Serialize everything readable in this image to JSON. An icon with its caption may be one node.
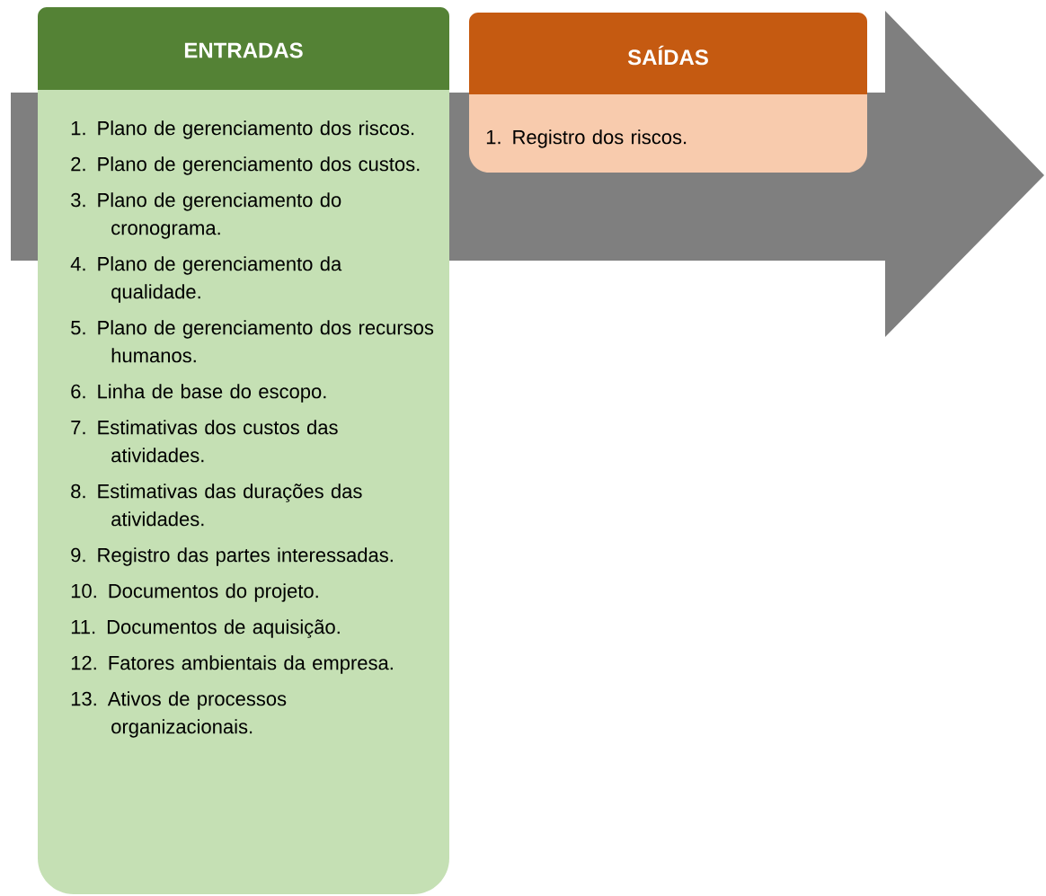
{
  "diagram": {
    "nodes": [
      {
        "text": [
          "ENTRADAS",
          "1. Plano de gerenciamento dos riscos.",
          "2. Plano de gerenciamento dos custos.",
          "3. Plano de gerenciamento do cronograma.",
          "4. Plano de gerenciamento da qualidade.",
          "5. Plano de gerenciamento dos recursos humanos.",
          "6. Linha de base do escopo.",
          "7. Estimativas dos custos das atividades.",
          "8. Estimativas das durações das atividades.",
          "9. Registro das partes interessadas.",
          "10. Documentos do projeto.",
          "11. Documentos de aquisição.",
          "12. Fatores ambientais da empresa.",
          "13. Ativos de processos organizacionais."
        ]
      },
      {
        "text": [
          "SAÍDAS",
          "1. Registro dos riscos."
        ]
      }
    ]
  }
}
